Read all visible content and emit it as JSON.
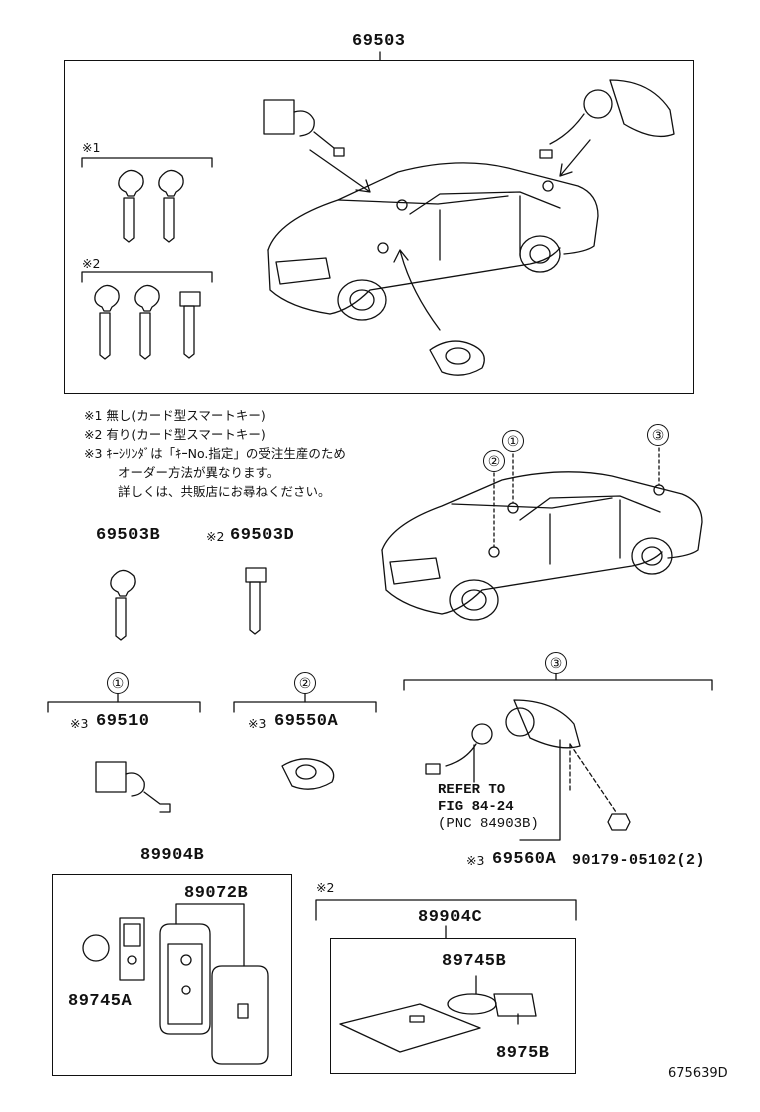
{
  "labels": {
    "main_assembly": "69503",
    "note_mark_1": "※1",
    "note_mark_2": "※2",
    "key_a": "69503B",
    "key_b_prefix": "※2",
    "key_b": "69503D",
    "circle_1": "①",
    "circle_2": "②",
    "circle_3": "③",
    "part_1_prefix": "※3",
    "part_1": "69510",
    "part_2_prefix": "※3",
    "part_2": "69550A",
    "refer_line1": "REFER TO",
    "refer_line2": "FIG 84-24",
    "refer_line3": "(PNC 84903B)",
    "part_3_prefix": "※3",
    "part_3": "69560A",
    "clip_part": "90179-05102(2)",
    "smart_key_assembly": "89904B",
    "case": "89072B",
    "battery_a": "89745A",
    "card_key_prefix": "※2",
    "card_key_assembly": "89904C",
    "battery_b": "89745B",
    "card_part": "8975B",
    "figure_code": "675639D"
  },
  "notes": [
    "※1  無し(カード型スマートキー)",
    "※2  有り(カード型スマートキー)",
    "※3  ｷｰｼﾘﾝﾀﾞは「ｷｰNo.指定」の受注生産のため",
    "オーダー方法が異なります。",
    "詳しくは、共販店にお尋ねください。"
  ]
}
